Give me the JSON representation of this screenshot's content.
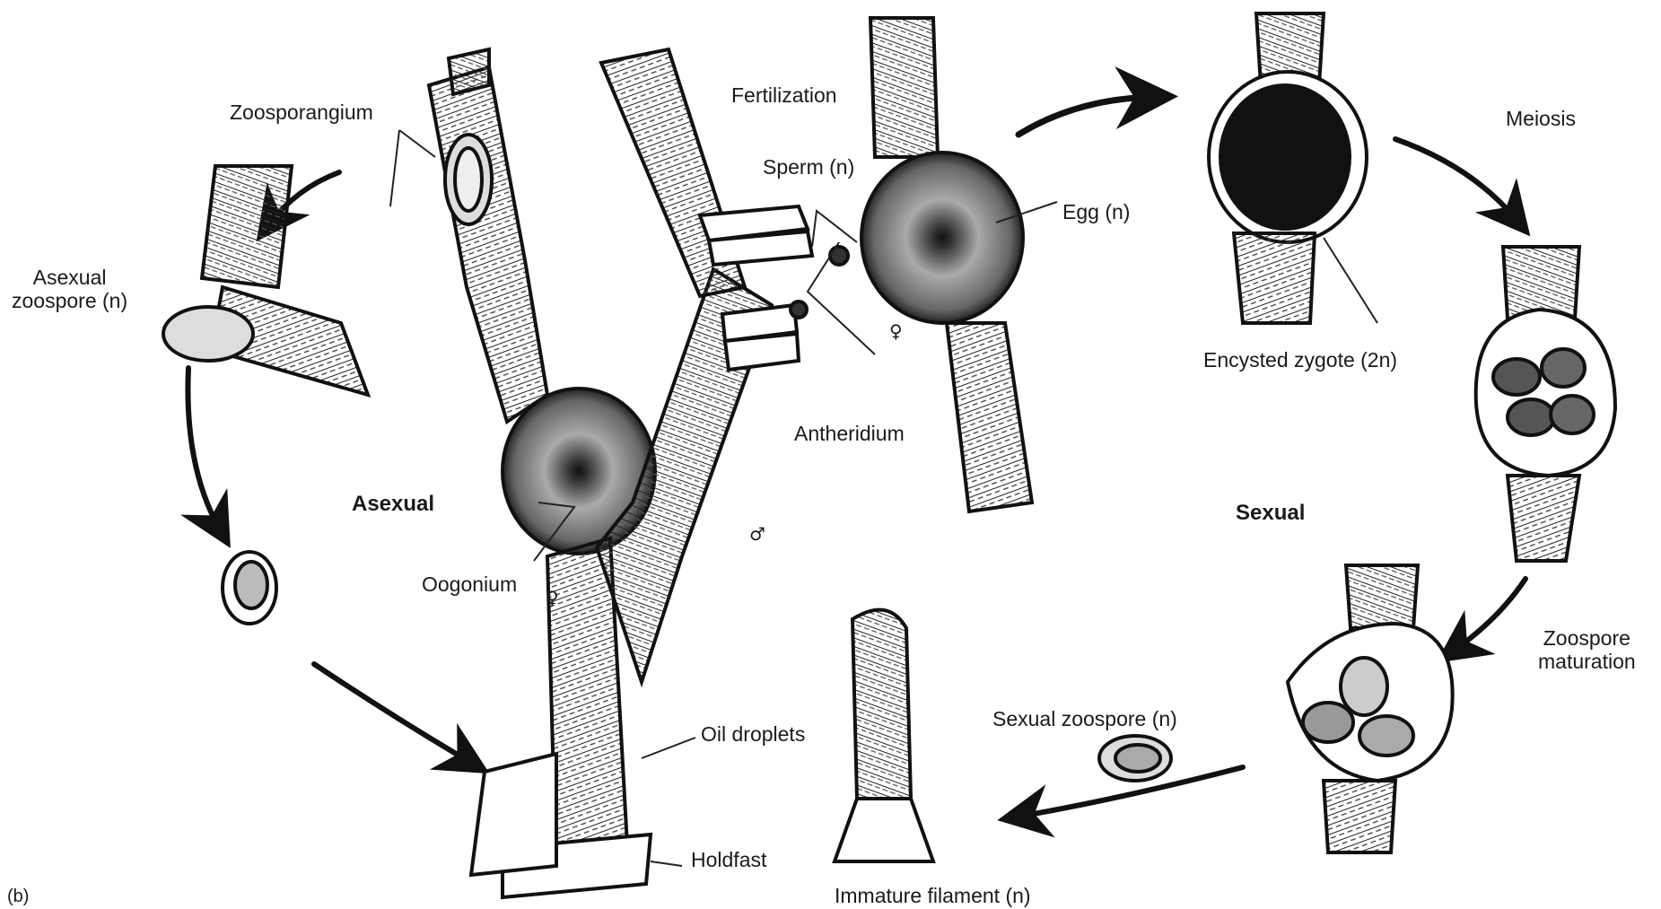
{
  "figure_tag": "(b)",
  "phases": {
    "asexual": "Asexual",
    "sexual": "Sexual"
  },
  "labels": {
    "zoosporangium": "Zoosporangium",
    "asexual_zoospore": "Asexual\nzoospore (n)",
    "fertilization": "Fertilization",
    "sperm": "Sperm (n)",
    "egg": "Egg (n)",
    "antheridium": "Antheridium",
    "oogonium": "Oogonium",
    "encysted_zygote": "Encysted zygote (2n)",
    "meiosis": "Meiosis",
    "zoospore_maturation": "Zoospore\nmaturation",
    "sexual_zoospore": "Sexual zoospore (n)",
    "oil_droplets": "Oil droplets",
    "holdfast": "Holdfast",
    "immature_filament": "Immature filament (n)"
  },
  "symbols": {
    "female": "♀",
    "male": "♂"
  },
  "colors": {
    "ink": "#1a1a1a",
    "background": "#ffffff"
  }
}
